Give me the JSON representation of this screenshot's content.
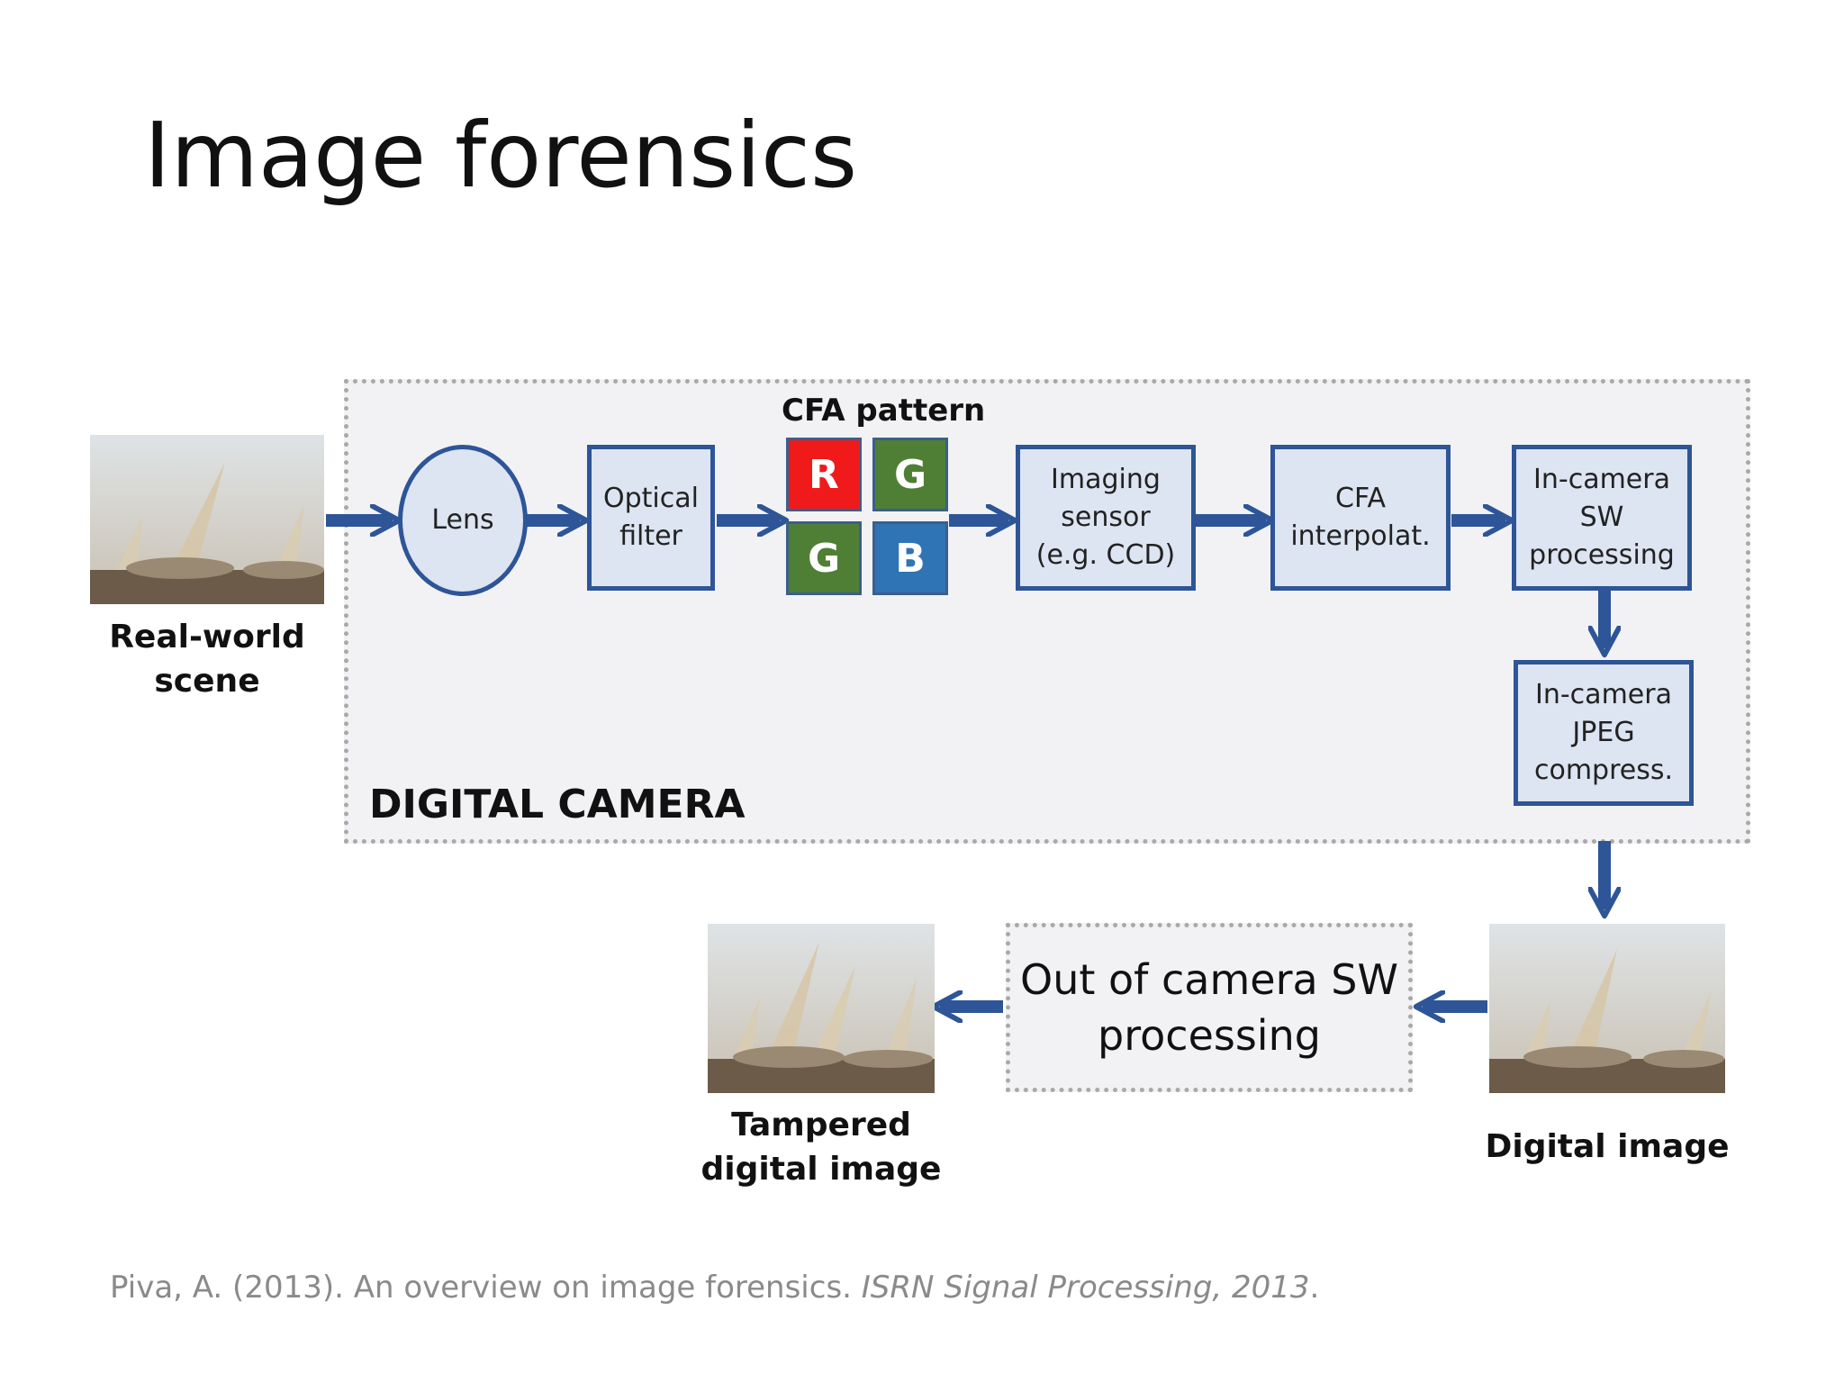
{
  "slide": {
    "title": "Image forensics",
    "citation_plain": "Piva, A. (2013). An overview on image forensics. ",
    "citation_italic": "ISRN Signal Processing, 2013",
    "citation_end": "."
  },
  "camera": {
    "label": "DIGITAL CAMERA",
    "cfa_label": "CFA pattern",
    "cfa_cells": [
      "R",
      "G",
      "G",
      "B"
    ],
    "cfa_colors": [
      "#f01a1a",
      "#4f7f34",
      "#4f7f34",
      "#2f74b5"
    ],
    "blocks": {
      "lens": "Lens",
      "optical_filter": [
        "Optical",
        "filter"
      ],
      "imaging_sensor": [
        "Imaging",
        "sensor",
        "(e.g. CCD)"
      ],
      "cfa_interpolation": [
        "CFA",
        "interpolat."
      ],
      "sw_processing": [
        "In-camera",
        "SW",
        "processing"
      ],
      "jpeg_compress": [
        "In-camera",
        "JPEG",
        "compress."
      ]
    }
  },
  "outside": {
    "processing": [
      "Out of camera SW",
      "processing"
    ]
  },
  "captions": {
    "scene": [
      "Real-world",
      "scene"
    ],
    "digital_image": "Digital image",
    "tampered": [
      "Tampered",
      "digital image"
    ]
  },
  "colors": {
    "arrow": "#2d5597",
    "block_fill": "#dde4f2",
    "block_border": "#2d5597",
    "camera_fill": "#f2f2f5"
  },
  "photos": {
    "scene_icon": "missile-launch-photo",
    "digital_icon": "missile-launch-photo",
    "tampered_icon": "missile-launch-tampered-photo"
  }
}
